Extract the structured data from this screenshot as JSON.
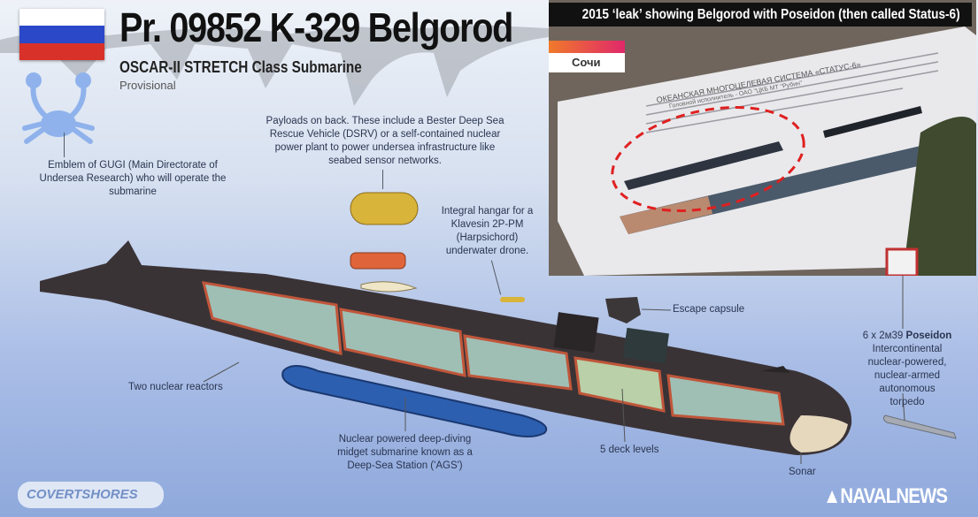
{
  "header": {
    "title": "Pr. 09852 K-329 Belgorod",
    "subtitle": "OSCAR-II STRETCH Class Submarine",
    "status": "Provisional"
  },
  "flag": {
    "colors": [
      "#ffffff",
      "#2b48c8",
      "#d8312a"
    ]
  },
  "callouts": {
    "emblem": "Emblem of GUGI (Main Directorate of Undersea Research) who will operate the submarine",
    "payloads": "Payloads on back. These include a Bester Deep Sea Rescue Vehicle (DSRV) or a self-contained nuclear power plant to power undersea infrastructure like seabed sensor networks.",
    "hangar": "Integral hangar for a Klavesin 2P-PM (Harpsichord) underwater drone.",
    "escape": "Escape capsule",
    "poseidon_prefix": "6 x 2м39 ",
    "poseidon_bold": "Poseidon",
    "poseidon_rest": "Intercontinental nuclear-powered, nuclear-armed autonomous torpedo",
    "reactors": "Two nuclear reactors",
    "ags": "Nuclear powered deep-diving midget submarine known as a Deep-Sea Station ('AGS')",
    "decks": "5 deck levels",
    "sonar": "Sonar"
  },
  "photo": {
    "caption": "2015 ‘leak’ showing Belgorod with Poseidon (then called Status-6)",
    "tv_location": "Сочи",
    "document_heading": "ОКЕАНСКАЯ МНОГОЦЕЛЕВАЯ СИСТЕМА «СТАТУС-6»",
    "document_subheading": "Головной исполнитель - ОАО \"ЦКБ МТ \"Рубин\"",
    "highlight_color": "#e02020"
  },
  "logos": {
    "left": "COVERTSHORES",
    "right": "NAVALNEWS"
  },
  "colors": {
    "hull": "#3a3336",
    "interior": "#9fbfb5",
    "ags": "#2d5fb0",
    "accent_red": "#c0563a"
  }
}
